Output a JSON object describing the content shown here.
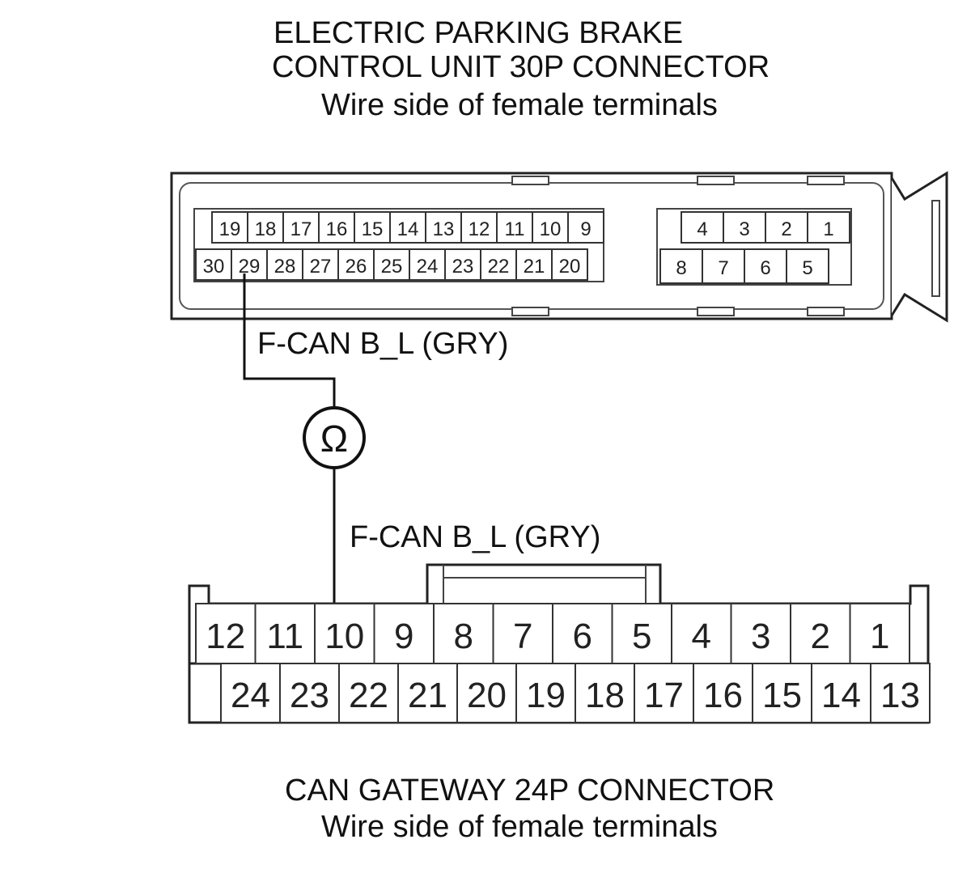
{
  "top_connector": {
    "title_line1": "ELECTRIC PARKING BRAKE",
    "title_line2": "CONTROL UNIT 30P CONNECTOR",
    "subtitle": "Wire side of female terminals",
    "left_row1": [
      "19",
      "18",
      "17",
      "16",
      "15",
      "14",
      "13",
      "12",
      "11",
      "10",
      "9"
    ],
    "left_row2": [
      "30",
      "29",
      "28",
      "27",
      "26",
      "25",
      "24",
      "23",
      "22",
      "21",
      "20"
    ],
    "right_row1": [
      "4",
      "3",
      "2",
      "1"
    ],
    "right_row2": [
      "8",
      "7",
      "6",
      "5"
    ],
    "probe_terminal": "29"
  },
  "wire_top_label": "F-CAN B_L (GRY)",
  "wire_bottom_label": "F-CAN B_L (GRY)",
  "meter_symbol": "Ω",
  "bottom_connector": {
    "title": "CAN GATEWAY 24P CONNECTOR",
    "subtitle": "Wire side of female terminals",
    "row1": [
      "12",
      "11",
      "10",
      "9",
      "8",
      "7",
      "6",
      "5",
      "4",
      "3",
      "2",
      "1"
    ],
    "row2": [
      "24",
      "23",
      "22",
      "21",
      "20",
      "19",
      "18",
      "17",
      "16",
      "15",
      "14",
      "13"
    ],
    "probe_terminal": "10"
  }
}
